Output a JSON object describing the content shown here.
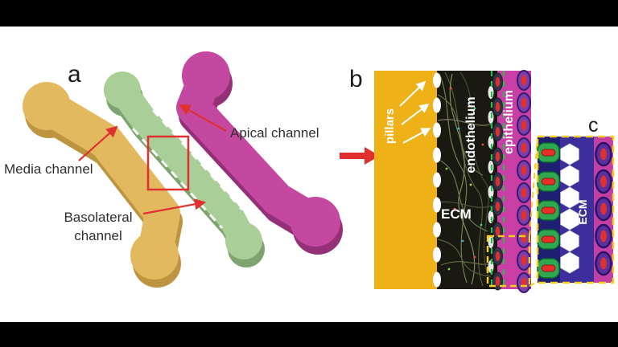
{
  "figure": {
    "panel_a": {
      "label": "a",
      "media_channel": "Media channel",
      "apical_channel": "Apical channel",
      "basolateral_line1": "Basolateral",
      "basolateral_line2": "channel"
    },
    "panel_b": {
      "label": "b",
      "pillars": "pillars",
      "ecm": "ECM",
      "endothelium": "endothelium",
      "epithelium": "epithelium"
    },
    "panel_c": {
      "label": "c",
      "ecm": "ECM"
    },
    "colors": {
      "media_yellow": "#E3B95F",
      "basolateral_green": "#A9CE97",
      "apical_magenta": "#C4489F",
      "panel_yellow": "#EEB117",
      "panel_magenta": "#C93FA5",
      "ecm_dark": "#191911",
      "ecm_indigo": "#3D2F9B",
      "annotation_red": "#E03030",
      "dashed_yellow": "#F5CE1E",
      "dashed_green": "#2EB84E",
      "cell_purple": "#5A2FA0",
      "cell_green": "#2FA84F",
      "nucleus_red": "#E03030",
      "background_black": "#000000",
      "figure_white": "#FFFFFF"
    }
  }
}
